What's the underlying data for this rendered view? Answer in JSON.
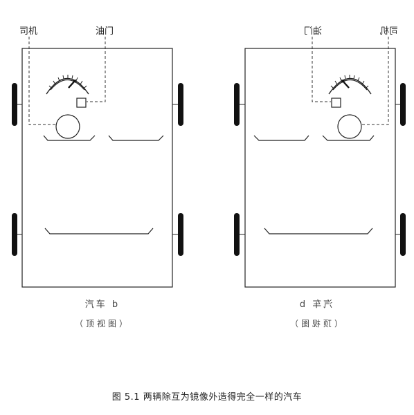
{
  "car_left": {
    "label_driver": "司机",
    "label_throttle": "油门",
    "caption": "汽车 b",
    "subcaption": "（顶视图）"
  },
  "car_right": {
    "label_driver": "司机",
    "label_throttle": "油门",
    "caption": "汽车 b",
    "subcaption": "（顶视图）",
    "mirrored": true
  },
  "figure_caption": "图 5.1  两辆除互为镜像外造得完全一样的汽车"
}
